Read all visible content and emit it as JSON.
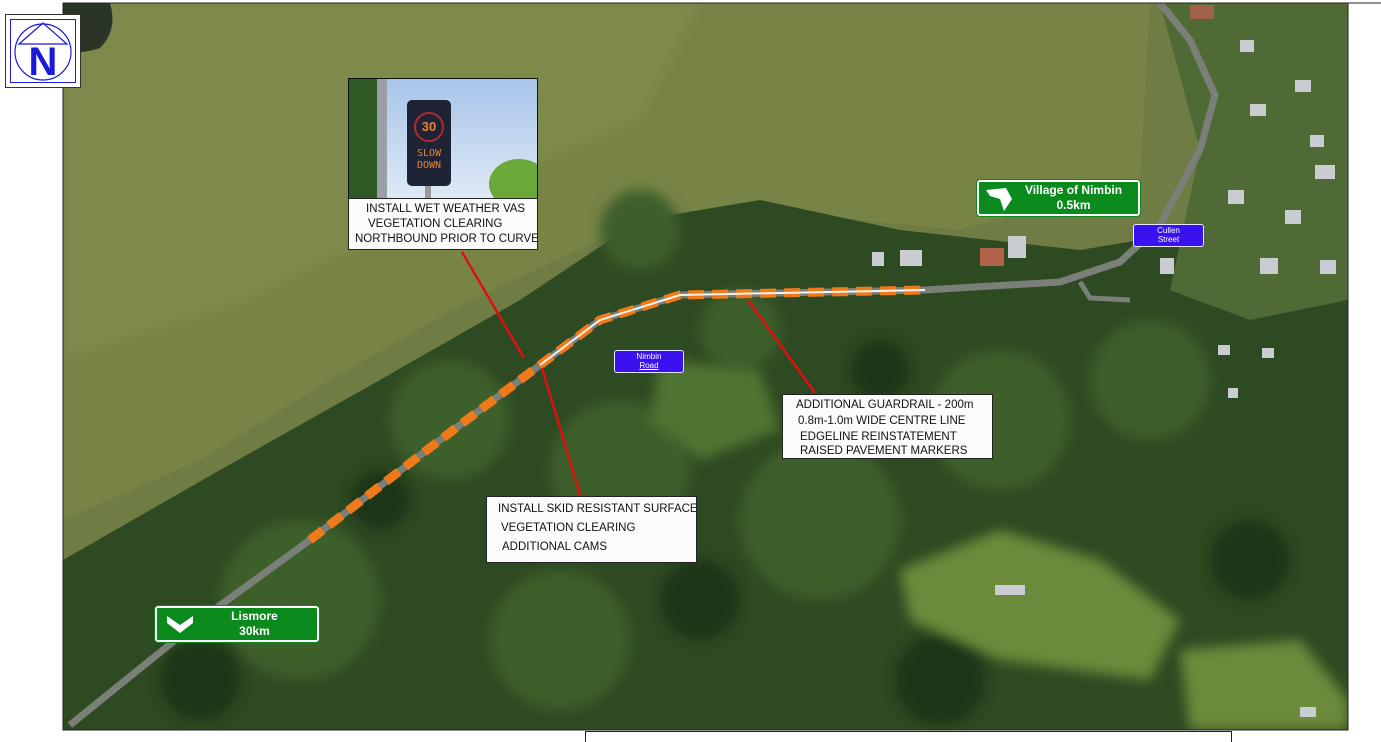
{
  "north_arrow": {
    "letter": "N"
  },
  "vas_sign": {
    "speed": "30",
    "line1": "SLOW",
    "line2": "DOWN"
  },
  "callouts": {
    "vas": [
      "INSTALL WET WEATHER VAS",
      "VEGETATION CLEARING",
      "NORTHBOUND PRIOR TO CURVE"
    ],
    "guardrail": [
      "ADDITIONAL GUARDRAIL - 200m",
      "0.8m-1.0m WIDE CENTRE LINE",
      "EDGELINE REINSTATEMENT",
      "RAISED PAVEMENT MARKERS"
    ],
    "skid": [
      "INSTALL SKID RESISTANT SURFACE",
      "VEGETATION CLEARING",
      "ADDITIONAL CAMS"
    ]
  },
  "signs": {
    "nimbin": {
      "line1": "Village of Nimbin",
      "line2": "0.5km",
      "icon": "turn-left-arrow-icon"
    },
    "lismore": {
      "line1": "Lismore",
      "line2": "30km",
      "icon": "chevron-down-icon"
    }
  },
  "street_labels": {
    "cullen": {
      "line1": "Cullen",
      "line2": "Street"
    },
    "nimbin_road": {
      "line1": "Nimbin",
      "line2": "Road"
    }
  },
  "colors": {
    "treatment": "#f07a1a",
    "leader": "#e01010",
    "sign_green": "#0b8a1e",
    "street_blue": "#3a12f0"
  }
}
